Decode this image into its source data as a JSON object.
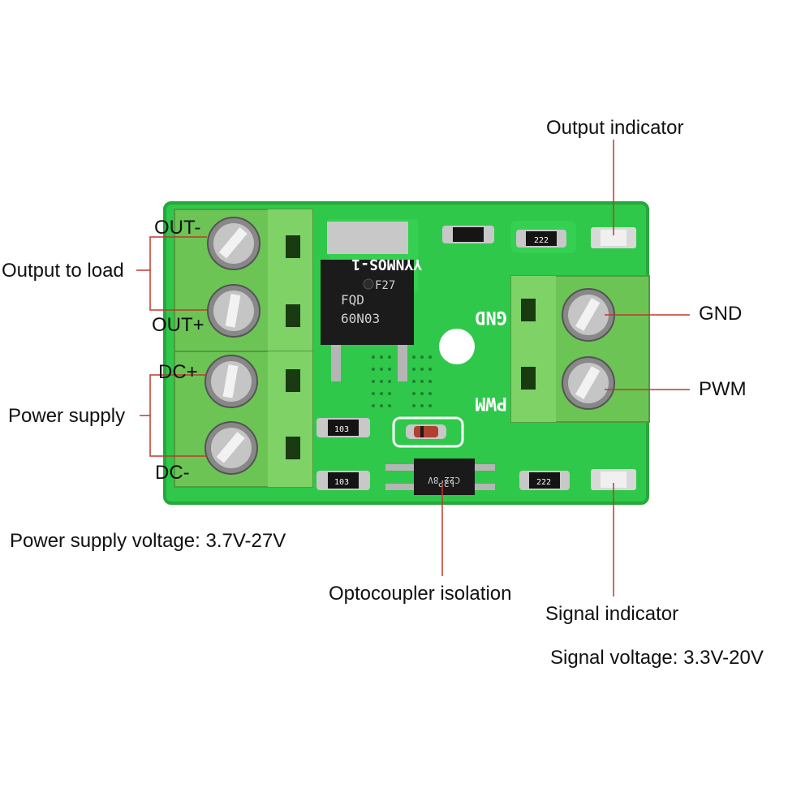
{
  "labels": {
    "output_indicator": "Output indicator",
    "output_to_load": "Output to load",
    "out_minus": "OUT-",
    "out_plus": "OUT+",
    "dc_plus": "DC+",
    "dc_minus": "DC-",
    "power_supply": "Power supply",
    "gnd": "GND",
    "pwm": "PWM",
    "power_supply_voltage": "Power supply voltage: 3.7V-27V",
    "optocoupler_isolation": "Optocoupler isolation",
    "signal_indicator": "Signal indicator",
    "signal_voltage": "Signal voltage: 3.3V-20V"
  },
  "board": {
    "silkscreen_gnd": "GND",
    "silkscreen_pwm": "PWM",
    "silkscreen_model": "YYNMOS-1",
    "mosfet_marking_1": "F27",
    "mosfet_marking_2": "FQD",
    "mosfet_marking_3": "60N03",
    "opto_marking": "C22 8V",
    "opto_marking_2": "L2P",
    "resistor_103_a": "103",
    "resistor_103_b": "103",
    "resistor_222_a": "222",
    "resistor_222_b": "222"
  },
  "colors": {
    "pcb": "#2fc84a",
    "pcb_edge": "#25a83c",
    "terminal": "#73c85a",
    "leader_line": "#c0392b"
  }
}
